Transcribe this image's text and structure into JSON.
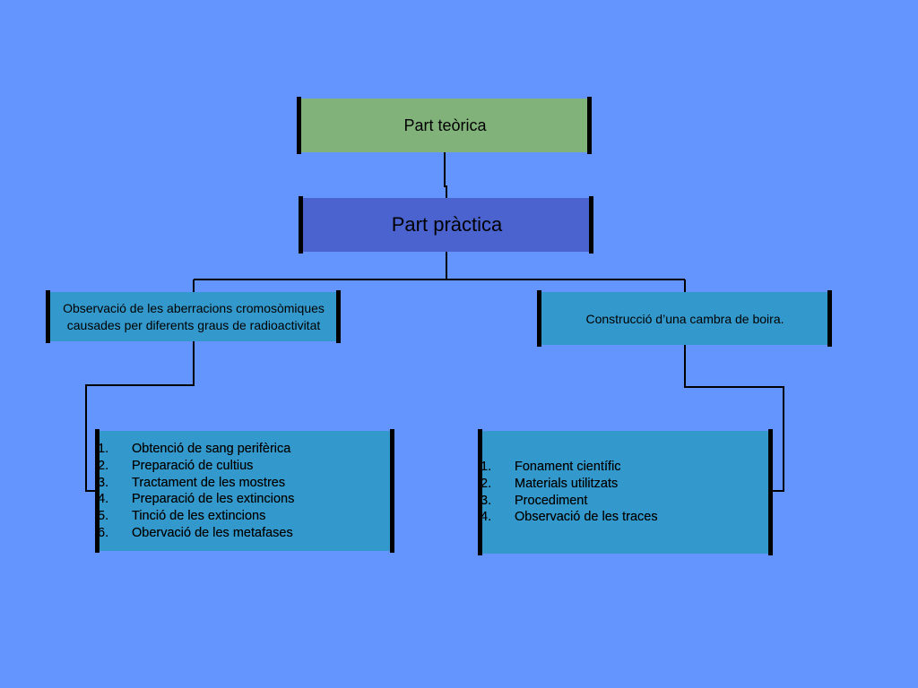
{
  "diagram": {
    "theory_box": {
      "label": "Part teòrica",
      "color": "#80b27a"
    },
    "practice_box": {
      "label": "Part pràctica",
      "color": "#4b63cf"
    },
    "left_branch": {
      "title_line1": "Observació de les aberracions cromosòmiques",
      "title_line2": "causades per diferents graus de radioactivitat",
      "items": [
        {
          "num": "1.",
          "text": "Obtenció de sang perifèrica"
        },
        {
          "num": "2.",
          "text": "Preparació de cultius"
        },
        {
          "num": "3.",
          "text": "Tractament de les mostres"
        },
        {
          "num": "4.",
          "text": "Preparació de les extincions"
        },
        {
          "num": "5.",
          "text": "Tinció de les extincions"
        },
        {
          "num": "6.",
          "text": "Obervació de les metafases"
        }
      ]
    },
    "right_branch": {
      "title": "Construcció d’una cambra de boira.",
      "items": [
        {
          "num": "1.",
          "text": "Fonament científic"
        },
        {
          "num": "2.",
          "text": "Materials utilitzats"
        },
        {
          "num": "3.",
          "text": "Procediment"
        },
        {
          "num": "4.",
          "text": "Observació de les traces"
        }
      ]
    },
    "colors": {
      "background": "#6495ff",
      "branch_box": "#3399cc",
      "connector": "#000000"
    }
  }
}
